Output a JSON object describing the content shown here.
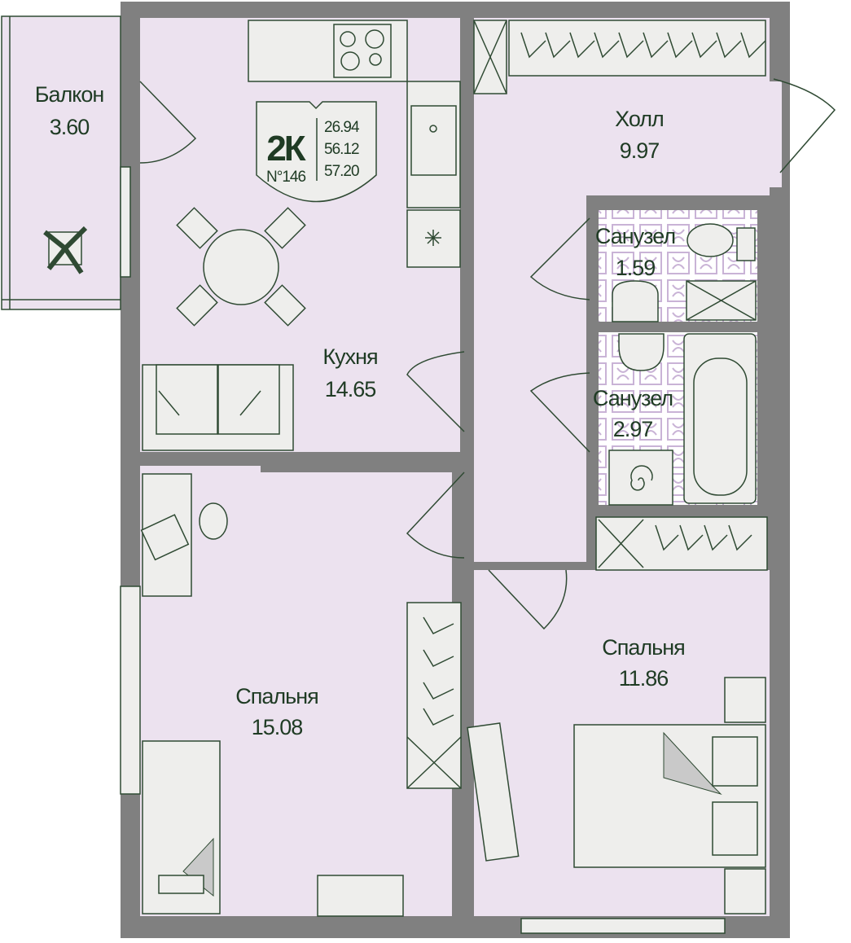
{
  "colors": {
    "wall": "#808080",
    "floor": "#ece2ef",
    "text": "#1f3b24",
    "furniture": "#eeeeec",
    "tile": "#c9b3d6"
  },
  "badge": {
    "type": "2К",
    "number": "N°146",
    "areas": [
      "26.94",
      "56.12",
      "57.20"
    ]
  },
  "rooms": {
    "balcony": {
      "name": "Балкон",
      "area": "3.60"
    },
    "kitchen": {
      "name": "Кухня",
      "area": "14.65"
    },
    "hall": {
      "name": "Холл",
      "area": "9.97"
    },
    "bath1": {
      "name": "Санузел",
      "area": "1.59"
    },
    "bath2": {
      "name": "Санузел",
      "area": "2.97"
    },
    "bedroom1": {
      "name": "Спальня",
      "area": "15.08"
    },
    "bedroom2": {
      "name": "Спальня",
      "area": "11.86"
    }
  }
}
